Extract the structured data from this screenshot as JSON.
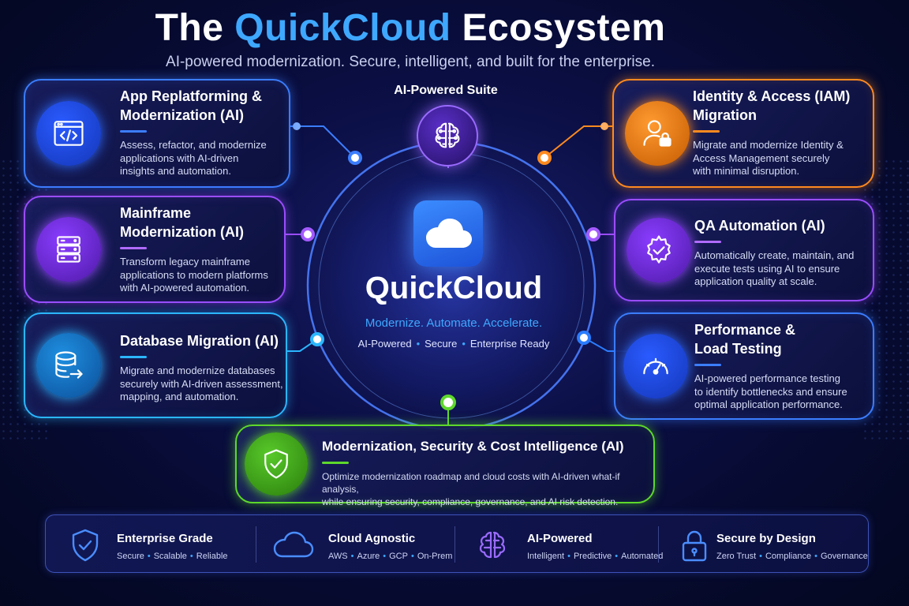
{
  "title": {
    "prefix": "The",
    "brand": "QuickCloud",
    "suffix": "Ecosystem"
  },
  "subtitle": "AI-powered modernization. Secure, intelligent, and built for the enterprise.",
  "hub": {
    "name": "QuickCloud",
    "tagline": "Modernize. Automate. Accelerate.",
    "attributes": [
      "AI-Powered",
      "Secure",
      "Enterprise Ready"
    ],
    "icon": "cloud-icon"
  },
  "suite": {
    "label": "AI-Powered Suite",
    "icon": "brain-circuit-icon"
  },
  "cards": {
    "app_replatforming": {
      "title_line1": "App Replatforming &",
      "title_line2": "Modernization (AI)",
      "desc_line1": "Assess, refactor, and modernize",
      "desc_line2": "applications with AI-driven",
      "desc_line3": "insights and automation.",
      "icon": "code-window-icon",
      "color": "#3b7dff"
    },
    "mainframe": {
      "title_line1": "Mainframe",
      "title_line2": "Modernization (AI)",
      "desc_line1": "Transform legacy mainframe",
      "desc_line2": "applications to modern platforms",
      "desc_line3": "with AI-powered automation.",
      "icon": "server-stack-icon",
      "color": "#9a4dff"
    },
    "database": {
      "title_line1": "Database Migration (AI)",
      "desc_line1": "Migrate and modernize databases",
      "desc_line2": "securely with AI-driven assessment,",
      "desc_line3": "mapping, and automation.",
      "icon": "database-arrow-icon",
      "color": "#2bb6ff"
    },
    "iam": {
      "title_line1": "Identity & Access (IAM)",
      "title_line2": "Migration",
      "desc_line1": "Migrate and modernize Identity &",
      "desc_line2": "Access Management securely",
      "desc_line3": "with minimal disruption.",
      "icon": "user-lock-icon",
      "color": "#ff8a1f"
    },
    "qa": {
      "title_line1": "QA Automation (AI)",
      "desc_line1": "Automatically create, maintain, and",
      "desc_line2": "execute tests using AI to ensure",
      "desc_line3": "application quality at scale.",
      "icon": "gear-check-icon",
      "color": "#9a4dff"
    },
    "performance": {
      "title_line1": "Performance &",
      "title_line2": "Load Testing",
      "desc_line1": "AI-powered performance testing",
      "desc_line2": "to identify bottlenecks and ensure",
      "desc_line3": "optimal application performance.",
      "icon": "gauge-icon",
      "color": "#2b7dff"
    },
    "intelligence": {
      "title_line1": "Modernization, Security & Cost Intelligence (AI)",
      "desc_line1": "Optimize modernization roadmap and cloud costs with AI-driven what-if analysis,",
      "desc_line2": "while ensuring security, compliance, governance, and AI risk detection.",
      "icon": "shield-check-icon",
      "color": "#5ed82c"
    }
  },
  "footer": [
    {
      "title": "Enterprise Grade",
      "items": [
        "Secure",
        "Scalable",
        "Reliable"
      ],
      "icon": "shield-check-icon"
    },
    {
      "title": "Cloud Agnostic",
      "items": [
        "AWS",
        "Azure",
        "GCP",
        "On-Prem"
      ],
      "icon": "cloud-icon"
    },
    {
      "title": "AI-Powered",
      "items": [
        "Intelligent",
        "Predictive",
        "Automated"
      ],
      "icon": "brain-circuit-icon"
    },
    {
      "title": "Secure by Design",
      "items": [
        "Zero Trust",
        "Compliance",
        "Governance"
      ],
      "icon": "padlock-icon"
    }
  ],
  "colors": {
    "accent": "#3ea8ff",
    "background": "#0b0f45",
    "ring": "#4a7dff"
  }
}
